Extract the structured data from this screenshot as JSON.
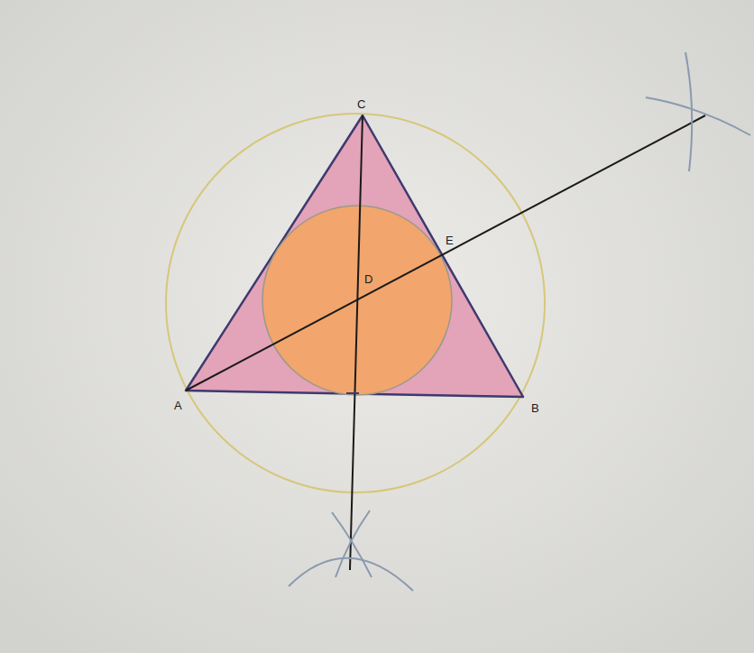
{
  "diagram": {
    "labels": [
      "C",
      "D",
      "E",
      "A",
      "B"
    ]
  }
}
